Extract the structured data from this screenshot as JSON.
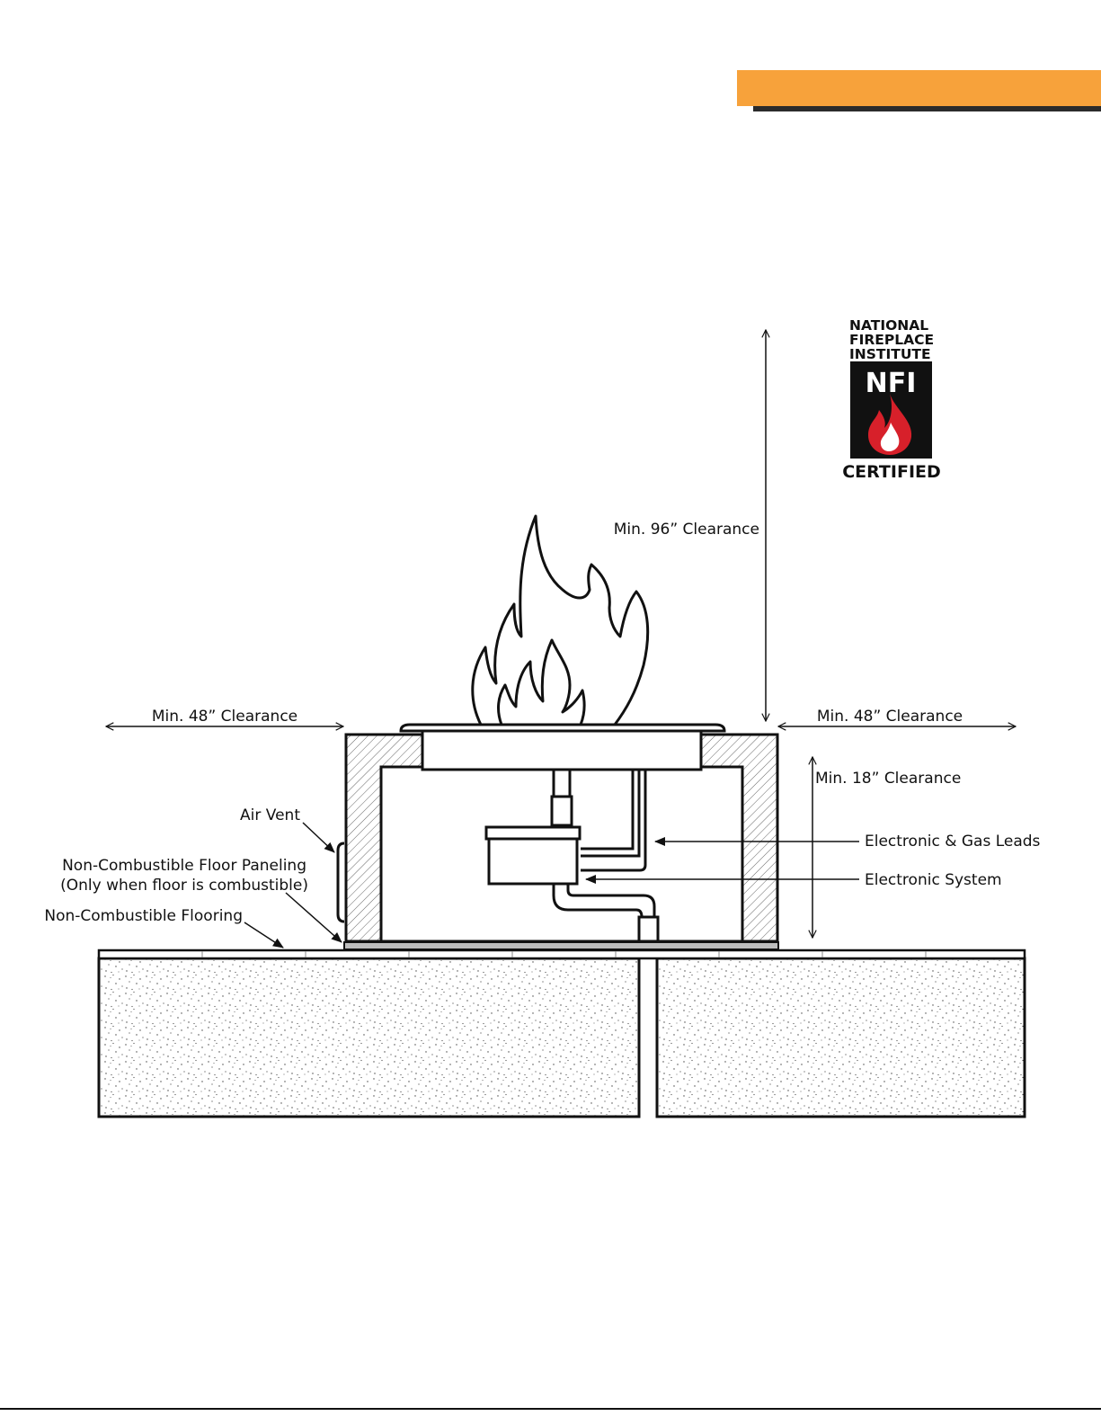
{
  "header": {
    "accent_color": "#F7A23B",
    "shadow_color": "#2b2b2b"
  },
  "logo": {
    "line1": "NATIONAL",
    "line2": "FIREPLACE",
    "line3": "INSTITUTE",
    "mark": "NFI",
    "certified": "CERTIFIED",
    "flame_color": "#d7202a"
  },
  "labels": {
    "clearance_top": "Min. 96” Clearance",
    "clearance_left": "Min. 48” Clearance",
    "clearance_right": "Min. 48” Clearance",
    "clearance_side": "Min. 18” Clearance",
    "air_vent": "Air Vent",
    "floor_paneling_1": "Non-Combustible Floor Paneling",
    "floor_paneling_2": "(Only when floor is combustible)",
    "flooring": "Non-Combustible Flooring",
    "gas_leads": "Electronic & Gas Leads",
    "electronic_system": "Electronic System"
  }
}
